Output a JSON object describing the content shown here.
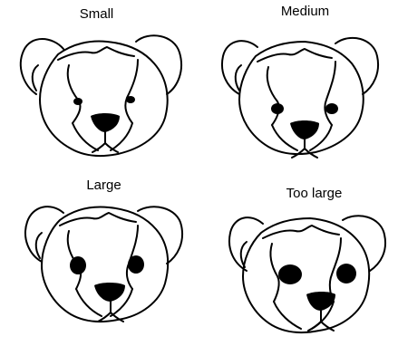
{
  "panels": [
    {
      "label": "Small",
      "eye_size": "small"
    },
    {
      "label": "Medium",
      "eye_size": "medium"
    },
    {
      "label": "Large",
      "eye_size": "large"
    },
    {
      "label": "Too large",
      "eye_size": "too-large"
    }
  ],
  "colors": {
    "line": "#000000",
    "background": "#ffffff"
  }
}
